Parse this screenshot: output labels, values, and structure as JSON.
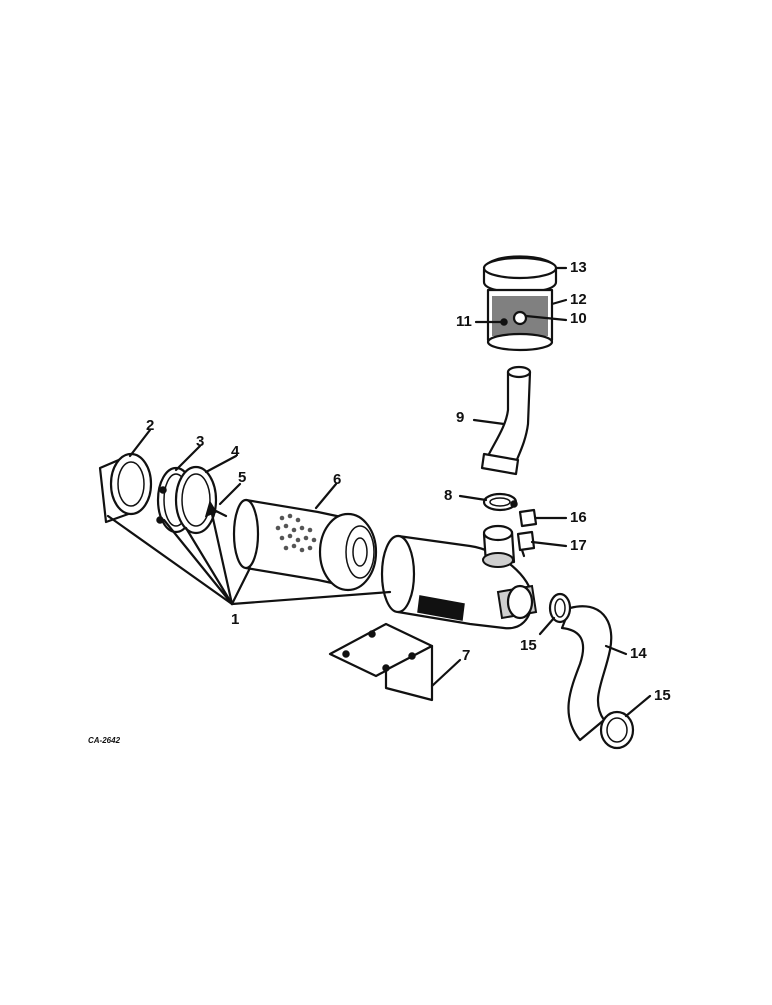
{
  "figure": {
    "code": "CA-2642",
    "part_numbers": [
      "1",
      "2",
      "3",
      "4",
      "5",
      "6",
      "7",
      "8",
      "9",
      "10",
      "11",
      "12",
      "13",
      "14",
      "15",
      "15",
      "16",
      "17"
    ]
  }
}
